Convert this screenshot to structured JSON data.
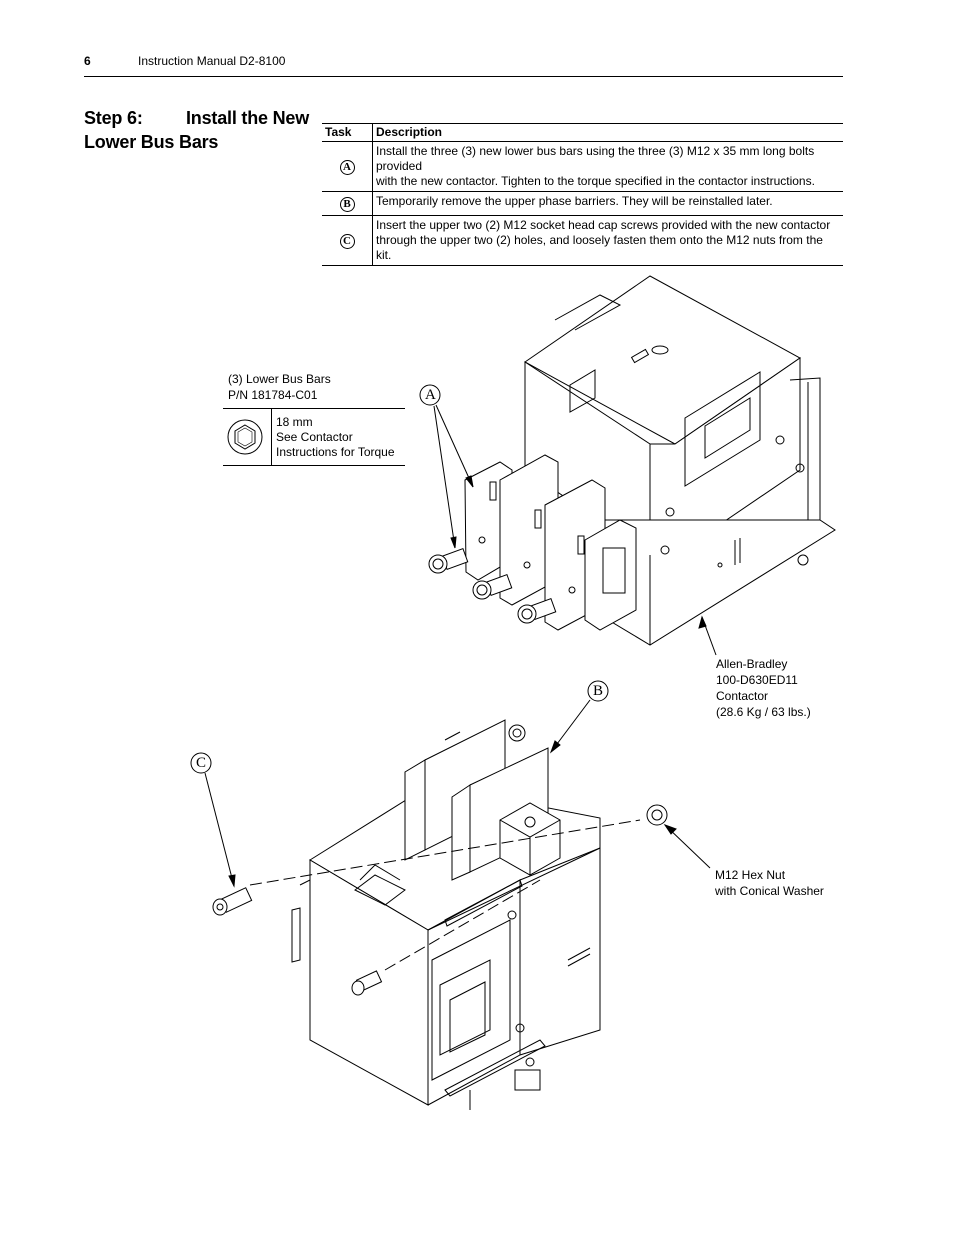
{
  "header": {
    "page_number": "6",
    "manual_title": "Instruction Manual D2-8100"
  },
  "step": {
    "label": "Step 6:",
    "title_line1": "Install the New",
    "title_line2": "Lower Bus Bars"
  },
  "table": {
    "col_task": "Task",
    "col_description": "Description",
    "rows": [
      {
        "task": "A",
        "line1": "Install the three (3) new lower bus bars using the three (3) M12 x 35 mm long bolts provided",
        "line2": "with the new contactor. Tighten to the torque specified in the contactor instructions."
      },
      {
        "task": "B",
        "line1": "Temporarily remove the upper phase barriers. They will be reinstalled later.",
        "line2": ""
      },
      {
        "task": "C",
        "line1": "Insert the upper two (2) M12 socket head cap screws provided with the new contactor",
        "line2": "through the upper two (2) holes, and loosely fasten them onto the M12 nuts from the kit."
      }
    ]
  },
  "callouts": {
    "bus_bars_line1": "(3) Lower Bus Bars",
    "bus_bars_line2": "P/N 181784-C01",
    "torque_line1": "18 mm",
    "torque_line2": "See Contactor",
    "torque_line3": "Instructions for Torque",
    "contactor_line1": "Allen-Bradley",
    "contactor_line2": "100-D630ED11",
    "contactor_line3": "Contactor",
    "contactor_line4": "(28.6 Kg / 63 lbs.)",
    "nut_line1": "M12 Hex Nut",
    "nut_line2": "with Conical Washer",
    "label_a": "A",
    "label_b": "B",
    "label_c": "C"
  },
  "icons": [
    "hex-socket-icon"
  ]
}
